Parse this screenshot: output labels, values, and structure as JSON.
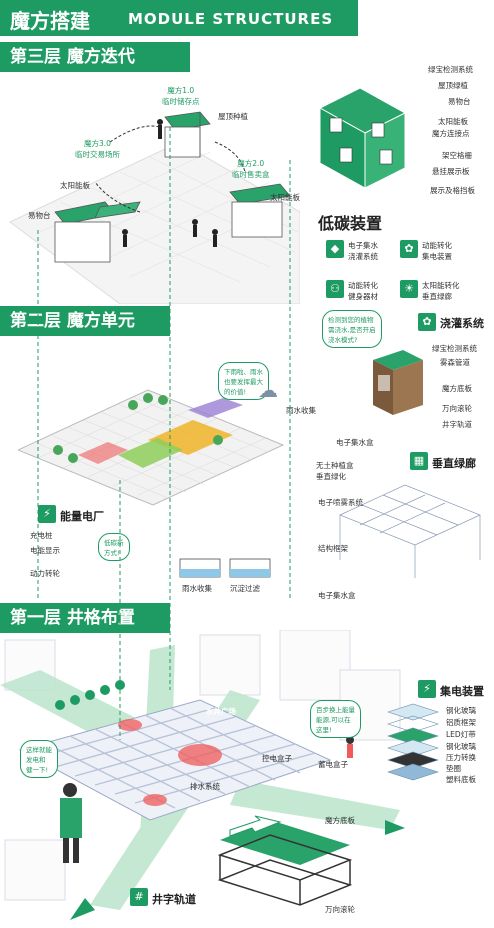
{
  "header": {
    "title_cn": "魔方搭建",
    "title_en": "MODULE STRUCTURES"
  },
  "layer3": {
    "title": "第三层  魔方迭代",
    "cube1": "魔方1.0\n临时储存点",
    "cube2": "魔方2.0\n临时售卖盒",
    "cube3": "魔方3.0\n临时交易场所",
    "planter": "屋顶种植",
    "solar": "太阳能板",
    "shelf": "易物台",
    "solar2": "太阳能板"
  },
  "cube_labels": [
    "绿宝检测系统",
    "屋顶绿植",
    "易物台",
    "太阳能板",
    "魔方连接点",
    "架空格栅",
    "悬挂展示板",
    "展示及格挡板"
  ],
  "lowcarbon": {
    "title": "低碳装置",
    "items": [
      {
        "icon": "water-tank-icon",
        "text": "电子集水\n浇灌系统"
      },
      {
        "icon": "energy-icon",
        "text": "动能转化\n集电装置"
      },
      {
        "icon": "fitness-icon",
        "text": "动能转化\n健身器材"
      },
      {
        "icon": "solar-icon",
        "text": "太阳能转化\n垂直绿廊"
      }
    ]
  },
  "irrigation": {
    "title": "浇灌系统",
    "bubble": "检测到您的植物\n需浇水,是否开启\n浇水模式?",
    "labels": [
      "绿宝检测系统",
      "雾森管道",
      "魔方底板",
      "万向滚轮",
      "井字轨道"
    ],
    "tank": "电子集水盒"
  },
  "layer2": {
    "title": "第二层  魔方单元",
    "bubble": "下雨啦、雨水\n也要发挥最大\n的价值!",
    "rain": "雨水收集",
    "collect": "雨水收集",
    "filter": "沉淀过滤"
  },
  "vertical": {
    "title": "垂直绿廊",
    "labels": [
      "无土种植盒\n垂直绿化",
      "电子喷雾系统",
      "结构框架",
      "电子集水盒"
    ]
  },
  "power": {
    "title": "能量电厂",
    "labels": [
      "充电桩",
      "电能显示",
      "动力转轮"
    ],
    "bubble": "低碳新\n方式!"
  },
  "layer1": {
    "title": "第一层  井格布置",
    "bubble1": "这样就能\n发电和\n健一下!",
    "bubble2": "百步换上能量\n能源,可以在\n这里!",
    "market": "水井广场",
    "store": "控电盒子",
    "storage": "蓄电盒子",
    "drain": "排水系统",
    "base": "魔方底板",
    "track": "井字轨道",
    "wheel": "万向滚轮"
  },
  "charger": {
    "title": "集电装置",
    "labels": [
      "钢化玻璃",
      "铝质框架",
      "LED灯带",
      "钢化玻璃",
      "压力转换",
      "垫圈",
      "塑料底板"
    ]
  },
  "colors": {
    "green": "#1e9b62",
    "light_green": "#bfe6cf",
    "red": "#f05a5a",
    "grid": "#b9c3d8"
  }
}
